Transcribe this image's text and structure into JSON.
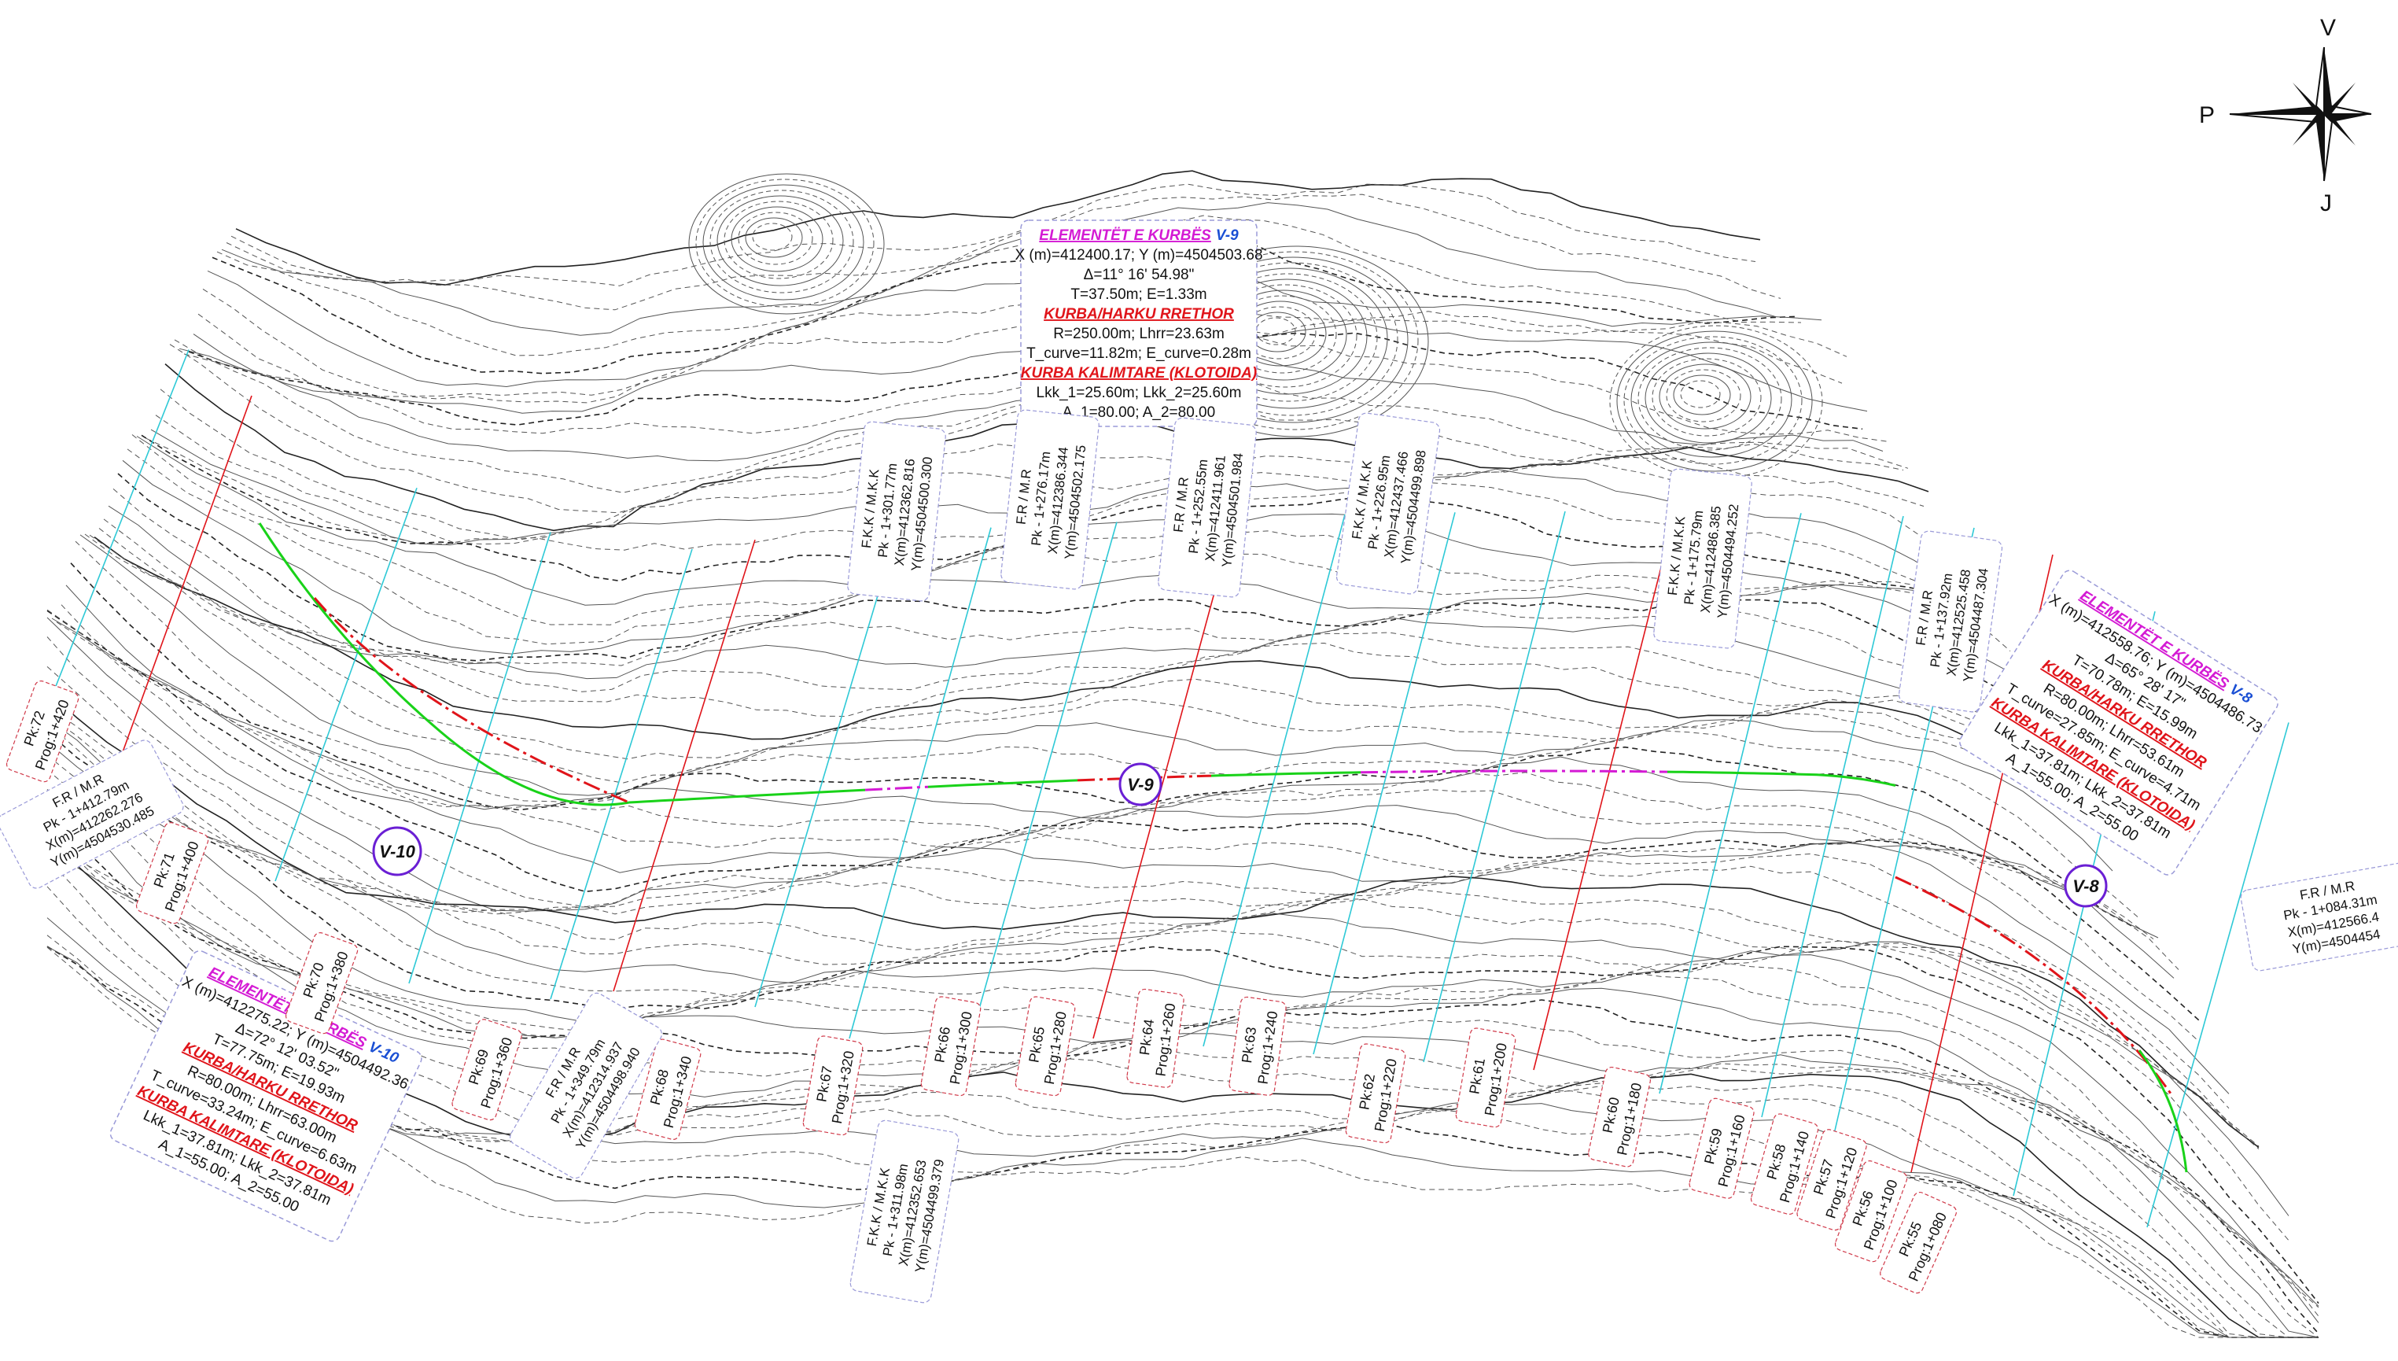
{
  "compass": {
    "north": "V",
    "south": "J",
    "west": "P",
    "icon": "compass-rose-icon"
  },
  "colors": {
    "contour": "#555555",
    "green": "#19d219",
    "red": "#e0141a",
    "magenta": "#d41ad4",
    "cyan": "#2ec9d6",
    "blue": "#1a4fd4",
    "frame": "#9a9ad8"
  },
  "curve_v9": {
    "title": "ELEMENTËT E KURBËS",
    "vertex": "V-9",
    "line1": "X (m)=412400.17; Y (m)=4504503.68",
    "line2": "Δ=11° 16' 54.98\"",
    "line3": "T=37.50m; E=1.33m",
    "heading_circ": "KURBA/HARKU RRETHOR",
    "line4": "R=250.00m; Lhrr=23.63m",
    "line5": "T_curve=11.82m; E_curve=0.28m",
    "heading_clot": "KURBA KALIMTARE (KLOTOIDA)",
    "line6": "Lkk_1=25.60m; Lkk_2=25.60m",
    "line7": "A_1=80.00; A_2=80.00"
  },
  "curve_v10": {
    "title": "ELEMENTËT E KURBËS",
    "vertex": "V-10",
    "line1": "X (m)=412275.22; Y (m)=4504492.36",
    "line2": "Δ=72° 12' 03.52\"",
    "line3": "T=77.75m; E=19.93m",
    "heading_circ": "KURBA/HARKU RRETHOR",
    "line4": "R=80.00m; Lhrr=63.00m",
    "line5": "T_curve=33.24m; E_curve=6.63m",
    "heading_clot": "KURBA KALIMTARE (KLOTOIDA)",
    "line6": "Lkk_1=37.81m; Lkk_2=37.81m",
    "line7": "A_1=55.00; A_2=55.00"
  },
  "curve_v8": {
    "title": "ELEMENTËT E KURBËS",
    "vertex": "V-8",
    "line1": "X (m)=412558.76; Y (m)=4504486.73",
    "line2": "Δ=65° 28' 17\"",
    "line3": "T=70.78m; E=15.99m",
    "heading_circ": "KURBA/HARKU RRETHOR",
    "line4": "R=80.00m; Lhrr=53.61m",
    "line5": "T_curve=27.85m; E_curve=4.71m",
    "heading_clot": "KURBA KALIMTARE (KLOTOIDA)",
    "line6": "Lkk_1=37.81m; Lkk_2=37.81m",
    "line7": "A_1=55.00; A_2=55.00"
  },
  "vertices": [
    "V-10",
    "V-9",
    "V-8"
  ],
  "stations": [
    {
      "pk": "Pk:72",
      "prog": "Prog:1+420"
    },
    {
      "pk": "Pk:71",
      "prog": "Prog:1+400"
    },
    {
      "pk": "Pk:70",
      "prog": "Prog:1+380"
    },
    {
      "pk": "Pk:69",
      "prog": "Prog:1+360"
    },
    {
      "pk": "Pk:68",
      "prog": "Prog:1+340"
    },
    {
      "pk": "Pk:67",
      "prog": "Prog:1+320"
    },
    {
      "pk": "Pk:66",
      "prog": "Prog:1+300"
    },
    {
      "pk": "Pk:65",
      "prog": "Prog:1+280"
    },
    {
      "pk": "Pk:64",
      "prog": "Prog:1+260"
    },
    {
      "pk": "Pk:63",
      "prog": "Prog:1+240"
    },
    {
      "pk": "Pk:62",
      "prog": "Prog:1+220"
    },
    {
      "pk": "Pk:61",
      "prog": "Prog:1+200"
    },
    {
      "pk": "Pk:60",
      "prog": "Prog:1+180"
    },
    {
      "pk": "Pk:59",
      "prog": "Prog:1+160"
    },
    {
      "pk": "Pk:58",
      "prog": "Prog:1+140"
    },
    {
      "pk": "Pk:57",
      "prog": "Prog:1+120"
    },
    {
      "pk": "Pk:56",
      "prog": "Prog:1+100"
    },
    {
      "pk": "Pk:55",
      "prog": "Prog:1+080"
    }
  ],
  "points": [
    {
      "code": "F.R / M.R",
      "pk": "Pk - 1+412.79m",
      "x": "X(m)=412262.276",
      "y": "Y(m)=4504530.485"
    },
    {
      "code": "F.K.K / M.K.K",
      "pk": "Pk - 1+301.77m",
      "x": "X(m)=412362.816",
      "y": "Y(m)=4504500.300"
    },
    {
      "code": "F.R / M.R",
      "pk": "Pk - 1+276.17m",
      "x": "X(m)=412386.344",
      "y": "Y(m)=4504502.175"
    },
    {
      "code": "F.R / M.R",
      "pk": "Pk - 1+252.55m",
      "x": "X(m)=412411.961",
      "y": "Y(m)=4504501.984"
    },
    {
      "code": "F.K.K / M.K.K",
      "pk": "Pk - 1+226.95m",
      "x": "X(m)=412437.466",
      "y": "Y(m)=4504499.898"
    },
    {
      "code": "F.K.K / M.K.K",
      "pk": "Pk - 1+175.79m",
      "x": "X(m)=412486.385",
      "y": "Y(m)=4504494.252"
    },
    {
      "code": "F.R / M.R",
      "pk": "Pk - 1+137.92m",
      "x": "X(m)=412525.458",
      "y": "Y(m)=4504487.304"
    },
    {
      "code": "F.R / M.R",
      "pk": "Pk - 1+349.79m",
      "x": "X(m)=412314.937",
      "y": "Y(m)=4504498.940"
    },
    {
      "code": "F.K.K / M.K.K",
      "pk": "Pk - 1+311.98m",
      "x": "X(m)=412352.653",
      "y": "Y(m)=4504499.379"
    },
    {
      "code": "F.R / M.R",
      "pk": "Pk - 1+084.31m",
      "x": "X(m)=412566.4",
      "y": "Y(m)=4504454"
    }
  ]
}
